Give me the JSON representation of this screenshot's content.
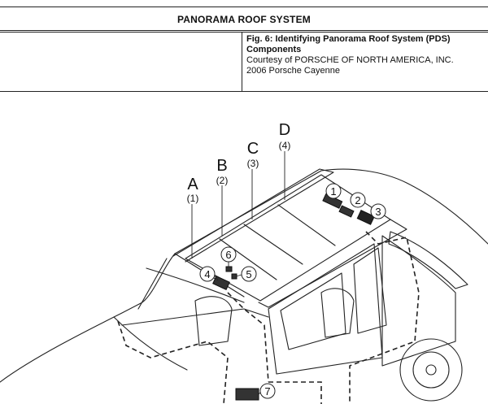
{
  "header": {
    "title": "PANORAMA ROOF SYSTEM",
    "fig_title_line1": "Fig. 6: Identifying Panorama Roof System (PDS)",
    "fig_title_line2": "Components",
    "courtesy": "Courtesy of PORSCHE OF NORTH AMERICA, INC.",
    "vehicle": "2006 Porsche Cayenne"
  },
  "diagram": {
    "panels": [
      {
        "letter": "A",
        "num": "(1)"
      },
      {
        "letter": "B",
        "num": "(2)"
      },
      {
        "letter": "C",
        "num": "(3)"
      },
      {
        "letter": "D",
        "num": "(4)"
      }
    ],
    "callouts": [
      "1",
      "2",
      "3",
      "4",
      "5",
      "6",
      "7"
    ]
  }
}
